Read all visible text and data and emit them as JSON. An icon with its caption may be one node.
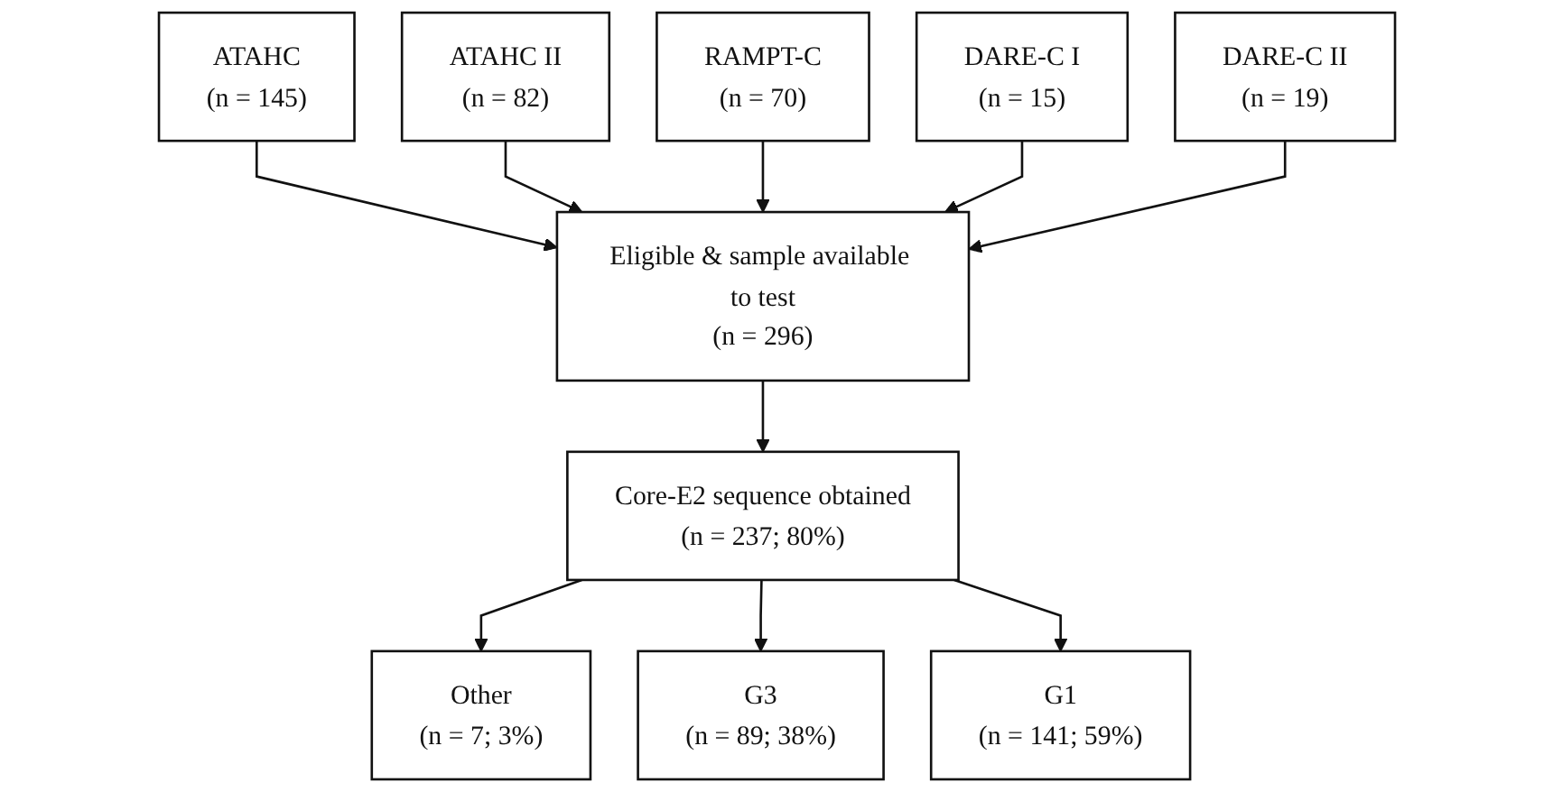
{
  "diagram": {
    "nodes": [
      {
        "text": [
          "ATAHC",
          "(n = 145)"
        ]
      },
      {
        "text": [
          "ATAHC II",
          "(n = 82)"
        ]
      },
      {
        "text": [
          "RAMPT-C",
          "(n = 70)"
        ]
      },
      {
        "text": [
          "DARE-C I",
          "(n = 15)"
        ]
      },
      {
        "text": [
          "DARE-C II",
          "(n = 19)"
        ]
      },
      {
        "text": [
          "Eligible & sample available to test",
          "(n = 296)"
        ]
      },
      {
        "text": [
          "Core-E2 sequence obtained",
          "(n = 237; 80%)"
        ]
      },
      {
        "text": [
          "Other",
          "(n = 7; 3%)"
        ]
      },
      {
        "text": [
          "G3",
          "(n = 89; 38%)"
        ]
      },
      {
        "text": [
          "G1",
          "(n = 141; 59%)"
        ]
      }
    ],
    "edges": [
      {
        "from": 0,
        "to": 5,
        "arrow": "to"
      },
      {
        "from": 1,
        "to": 5,
        "arrow": "to"
      },
      {
        "from": 2,
        "to": 5,
        "arrow": "to"
      },
      {
        "from": 3,
        "to": 5,
        "arrow": "to"
      },
      {
        "from": 4,
        "to": 5,
        "arrow": "to"
      },
      {
        "from": 5,
        "to": 6,
        "arrow": "to"
      },
      {
        "from": 6,
        "to": 7,
        "arrow": "to"
      },
      {
        "from": 6,
        "to": 8,
        "arrow": "to"
      },
      {
        "from": 6,
        "to": 9,
        "arrow": "to"
      }
    ]
  }
}
